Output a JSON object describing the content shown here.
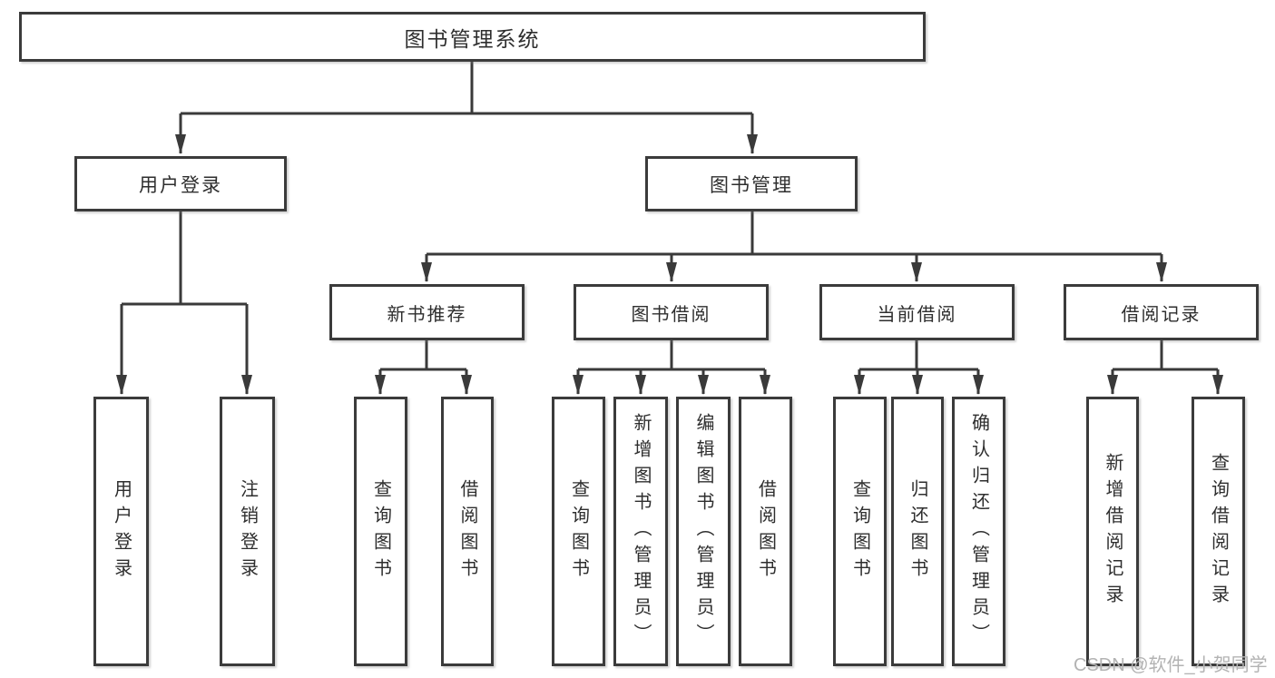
{
  "diagram": {
    "title": "图书管理系统",
    "root": {
      "label": "图书管理系统"
    },
    "level2": [
      {
        "label": "用户登录"
      },
      {
        "label": "图书管理"
      }
    ],
    "level3": [
      {
        "label": "新书推荐",
        "parent": "图书管理"
      },
      {
        "label": "图书借阅",
        "parent": "图书管理"
      },
      {
        "label": "当前借阅",
        "parent": "图书管理"
      },
      {
        "label": "借阅记录",
        "parent": "图书管理"
      }
    ],
    "leaves": [
      {
        "label": "用户登录",
        "parent": "用户登录"
      },
      {
        "label": "注销登录",
        "parent": "用户登录"
      },
      {
        "label": "查询图书",
        "parent": "新书推荐"
      },
      {
        "label": "借阅图书",
        "parent": "新书推荐"
      },
      {
        "label": "查询图书",
        "parent": "图书借阅"
      },
      {
        "label": "新增图书（管理员）",
        "parent": "图书借阅"
      },
      {
        "label": "编辑图书（管理员）",
        "parent": "图书借阅"
      },
      {
        "label": "借阅图书",
        "parent": "图书借阅"
      },
      {
        "label": "查询图书",
        "parent": "当前借阅"
      },
      {
        "label": "归还图书",
        "parent": "当前借阅"
      },
      {
        "label": "确认归还（管理员）",
        "parent": "当前借阅"
      },
      {
        "label": "新增借阅记录",
        "parent": "借阅记录"
      },
      {
        "label": "查询借阅记录",
        "parent": "借阅记录"
      }
    ]
  },
  "watermark": {
    "text": "CSDN @软件_小贺同学"
  },
  "colors": {
    "line": "#3a3a3a",
    "border": "#3b3b3b",
    "text": "#2e2e2e",
    "watermark": "#b3b3b3",
    "background": "#ffffff"
  }
}
